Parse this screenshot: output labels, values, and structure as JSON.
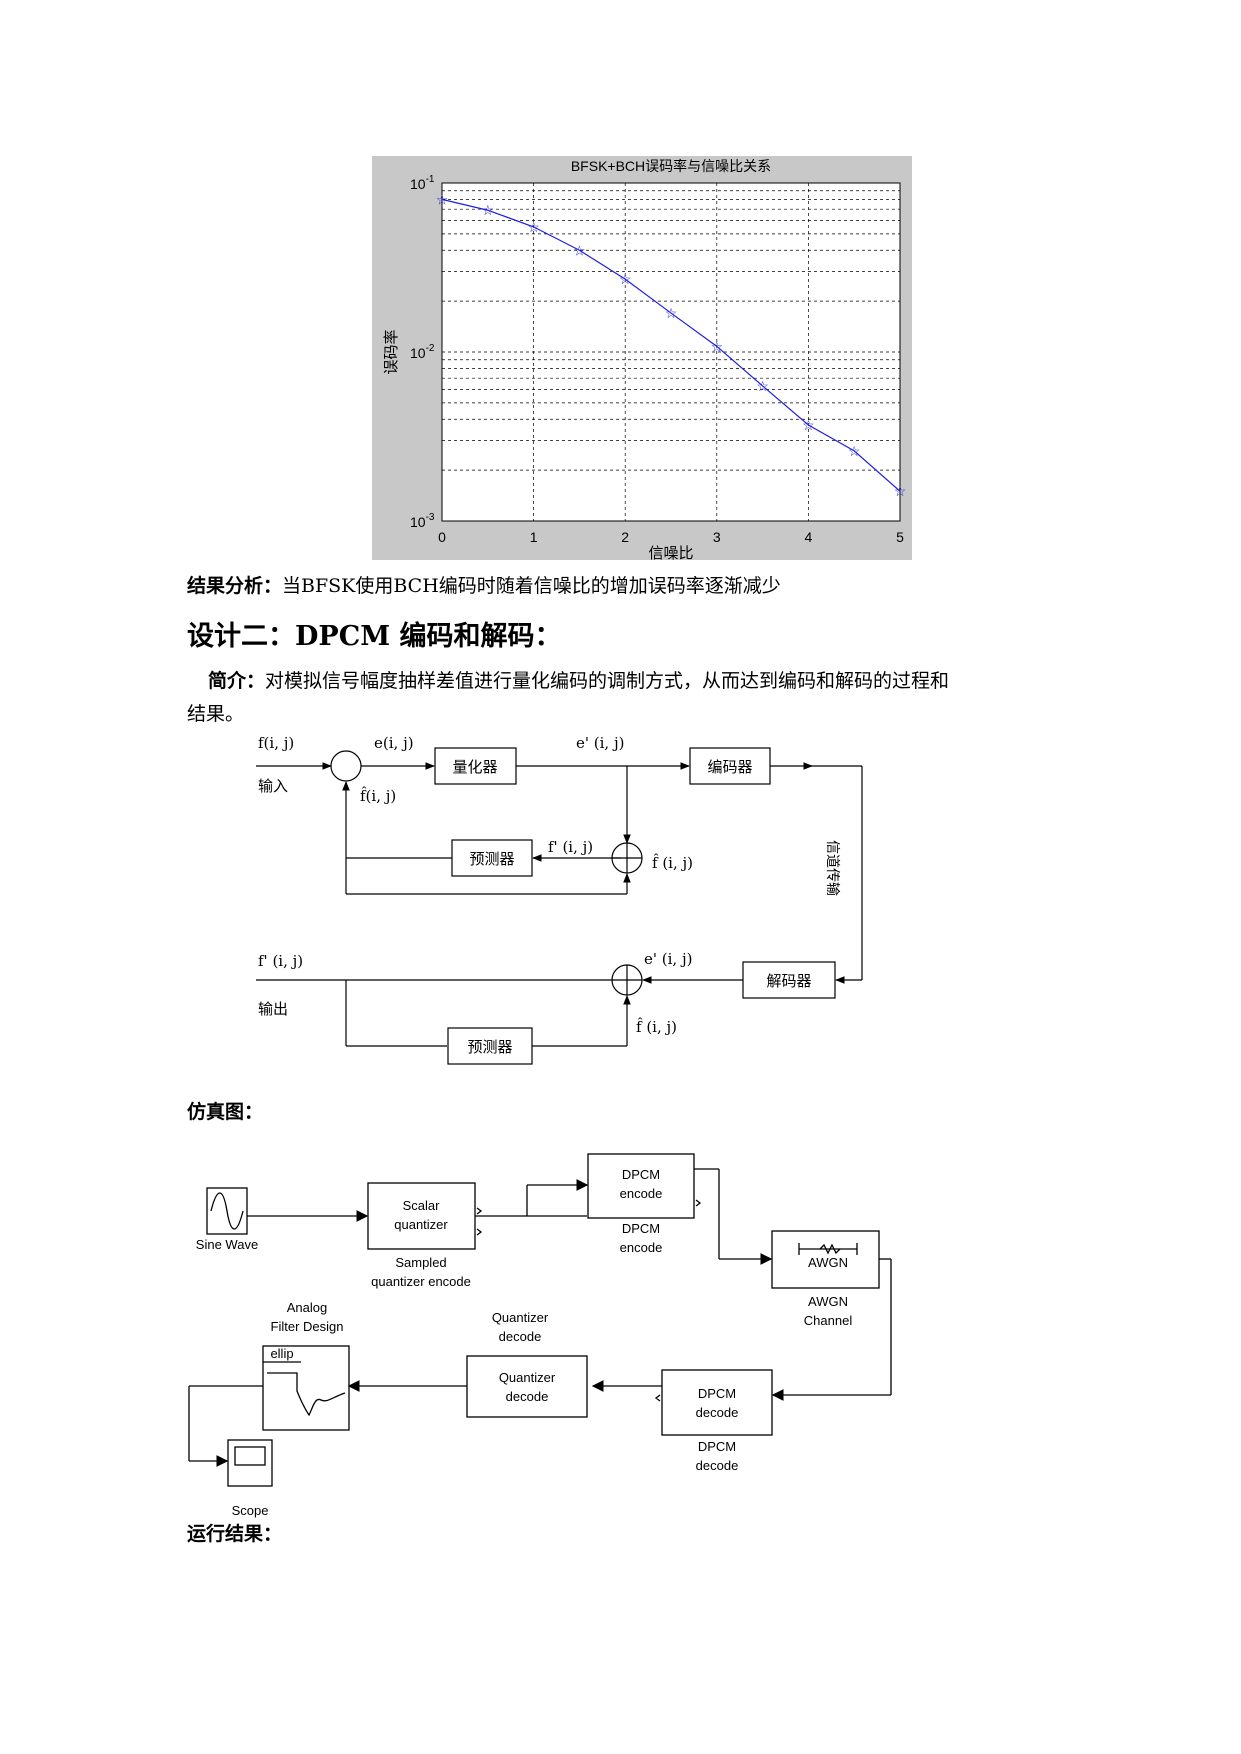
{
  "chart_data": {
    "type": "line",
    "title": "BFSK+BCH误码率与信噪比关系",
    "xlabel": "信噪比",
    "ylabel": "误码率",
    "xlim": [
      0,
      5
    ],
    "ylim": [
      0.001,
      0.1
    ],
    "yscale": "log",
    "grid": true,
    "x_ticks": [
      "0",
      "1",
      "2",
      "3",
      "4",
      "5"
    ],
    "y_ticks": [
      {
        "value": 0.1,
        "base": "10",
        "exp": "-1"
      },
      {
        "value": 0.01,
        "base": "10",
        "exp": "-2"
      },
      {
        "value": 0.001,
        "base": "10",
        "exp": "-3"
      }
    ],
    "x": [
      0,
      0.5,
      1,
      1.5,
      2,
      2.5,
      3,
      3.5,
      4,
      4.5,
      5
    ],
    "values": [
      0.08,
      0.069,
      0.055,
      0.04,
      0.027,
      0.017,
      0.0108,
      0.0063,
      0.0037,
      0.0026,
      0.0015
    ],
    "colors": {
      "line": "#1f1fe0",
      "background": "#c8c8c8"
    }
  },
  "result1": {
    "label": "结果分析：",
    "text": "当BFSK使用BCH编码时随着信噪比的增加误码率逐渐减少"
  },
  "heading2": "设计二：DPCM 编码和解码：",
  "intro": {
    "label": "简介：",
    "line1": "对模拟信号幅度抽样差值进行量化编码的调制方式，从而达到编码和解码的过程和",
    "line2": "结果。"
  },
  "block_diagram": {
    "f_ij": "f(i, j)",
    "e_ij": "e(i, j)",
    "e_prime_top": "e' (i, j)",
    "input": "输入",
    "quantizer": "量化器",
    "encoder": "编码器",
    "fhat_top": "f̂(i, j)",
    "f_prime_mid": "f' (i, j)",
    "predictor": "预测器",
    "fhat_mid": "f̂ (i, j)",
    "channel": "信道传输",
    "f_prime_out": "f' (i, j)",
    "e_prime_bottom": "e' (i, j)",
    "decoder": "解码器",
    "output": "输出",
    "fhat_bottom": "f̂ (i, j)"
  },
  "sim_label": "仿真图：",
  "simulink": {
    "sine_wave": "Sine Wave",
    "scalar_line1": "Scalar",
    "scalar_line2": "quantizer",
    "sampled_line1": "Sampled",
    "sampled_line2": "quantizer encode",
    "dpcm_enc_line1": "DPCM",
    "dpcm_enc_line2": "encode",
    "dpcm_enc_cap1": "DPCM",
    "dpcm_enc_cap2": "encode",
    "awgn": "AWGN",
    "awgn_cap1": "AWGN",
    "awgn_cap2": "Channel",
    "analog_cap1": "Analog",
    "analog_cap2": "Filter Design",
    "ellip": "ellip",
    "quant_cap1": "Quantizer",
    "quant_cap2": "decode",
    "quant_line1": "Quantizer",
    "quant_line2": "decode",
    "dpcm_dec_line1": "DPCM",
    "dpcm_dec_line2": "decode",
    "dpcm_dec_cap1": "DPCM",
    "dpcm_dec_cap2": "decode",
    "scope": "Scope"
  },
  "run_label": "运行结果："
}
